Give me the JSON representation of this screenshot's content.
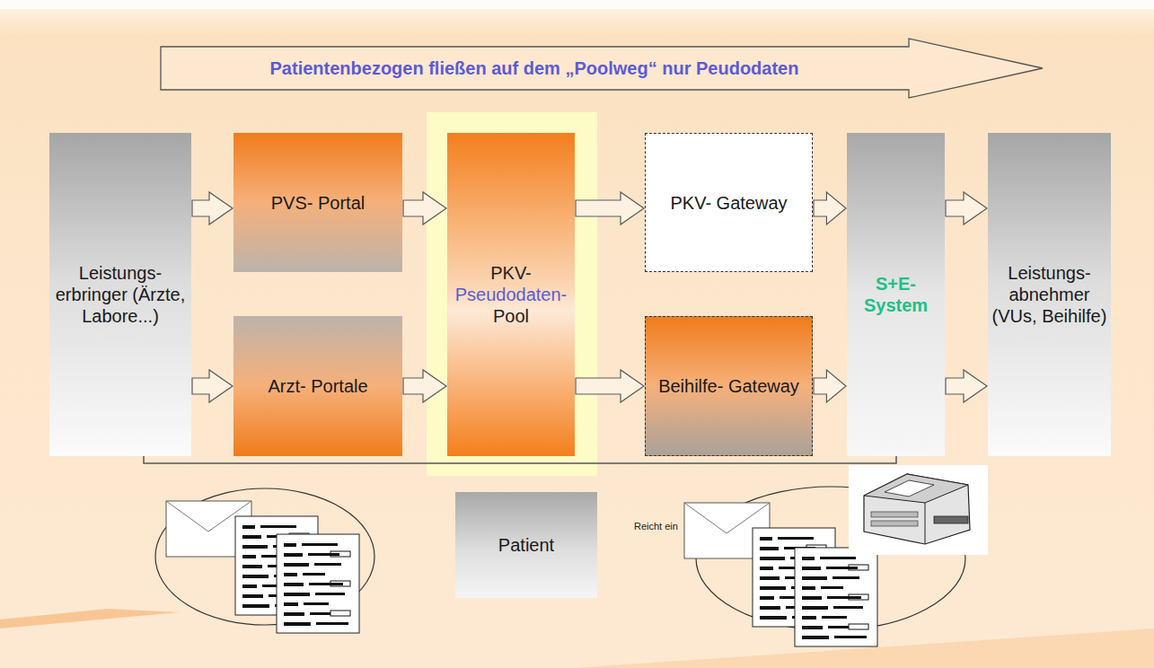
{
  "diagram": {
    "nodes": [
      {
        "text": [
          "Patientenbezogen fließen auf dem „Poolweg“ nur Peudodaten"
        ]
      },
      {
        "text": [
          "Leistungs- erbringer (Ärzte, Labore...)"
        ]
      },
      {
        "text": [
          "PVS- Portal"
        ]
      },
      {
        "text": [
          "Arzt- Portale"
        ]
      },
      {
        "text": [
          "PKV-",
          "Pseudodaten-",
          "Pool"
        ]
      },
      {
        "text": [
          "PKV- Gateway"
        ]
      },
      {
        "text": [
          "Beihilfe- Gateway"
        ]
      },
      {
        "text": [
          "S+E- System"
        ]
      },
      {
        "text": [
          "Leistungs- abnehmer (VUs, Beihilfe)"
        ]
      },
      {
        "text": [
          "Patient"
        ]
      }
    ],
    "edges": [
      {
        "from": 1,
        "to": 2,
        "arrow": "to"
      },
      {
        "from": 1,
        "to": 3,
        "arrow": "to"
      },
      {
        "from": 2,
        "to": 4,
        "arrow": "to"
      },
      {
        "from": 3,
        "to": 4,
        "arrow": "to"
      },
      {
        "from": 4,
        "to": 5,
        "arrow": "to"
      },
      {
        "from": 4,
        "to": 6,
        "arrow": "to"
      },
      {
        "from": 5,
        "to": 7,
        "arrow": "to"
      },
      {
        "from": 6,
        "to": 7,
        "arrow": "to"
      },
      {
        "from": 7,
        "to": 8,
        "arrow": "to"
      },
      {
        "from": 7,
        "to": 8,
        "arrow": "to"
      },
      {
        "from": 1,
        "to": 7,
        "arrow": "none"
      }
    ],
    "labels": [
      "Reicht ein"
    ]
  }
}
